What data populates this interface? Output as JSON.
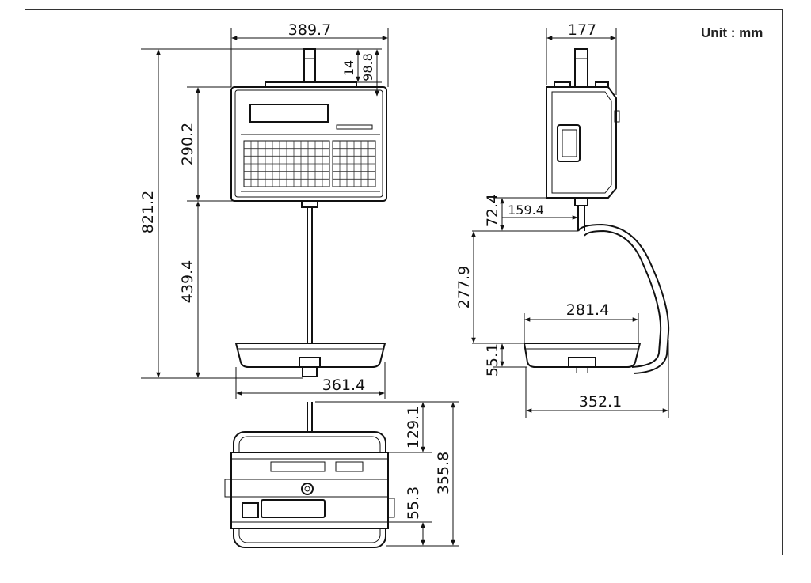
{
  "unit_label": "Unit : mm",
  "front_view": {
    "width_top": "389.7",
    "pole_small": "14",
    "pole_height": "98.8",
    "total_height": "821.2",
    "head_height": "290.2",
    "pole_length": "439.4",
    "tray_width": "361.4"
  },
  "side_view": {
    "width_top": "177",
    "arm_height": "72.4",
    "arm_offset": "159.4",
    "arm_drop": "277.9",
    "tray_width": "281.4",
    "tray_height": "55.1",
    "base_width": "352.1"
  },
  "rear_view": {
    "top_offset": "129.1",
    "total_depth": "355.8",
    "bottom_offset": "55.3"
  },
  "colors": {
    "line": "#111111",
    "frame": "#333333",
    "background": "#ffffff"
  }
}
